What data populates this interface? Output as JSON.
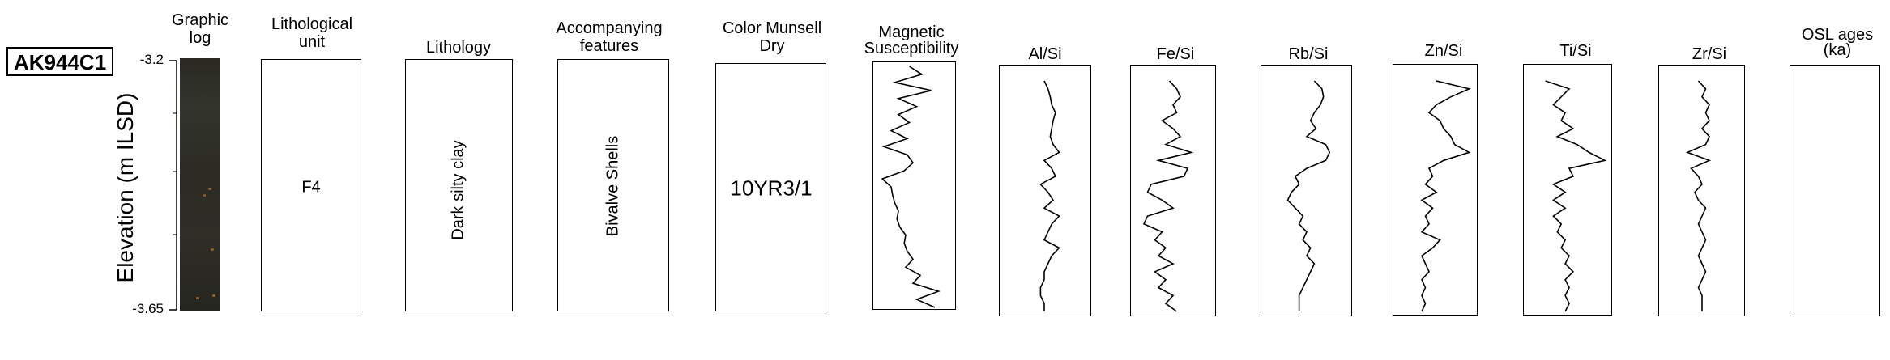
{
  "core_id": "AK944C1",
  "y_axis": {
    "label": "Elevation (m ILSD)",
    "top": "-3.2",
    "bottom": "-3.65"
  },
  "headers": {
    "graphic_log": [
      "Graphic",
      "log"
    ],
    "lith_unit": [
      "Lithological",
      "unit"
    ],
    "lithology": [
      "Lithology"
    ],
    "features": [
      "Accompanying",
      "features"
    ],
    "munsell": [
      "Color Munsell",
      "Dry"
    ],
    "magsus": [
      "Magnetic",
      "Susceptibility"
    ],
    "al": [
      "Al/Si"
    ],
    "fe": [
      "Fe/Si"
    ],
    "rb": [
      "Rb/Si"
    ],
    "zn": [
      "Zn/Si"
    ],
    "ti": [
      "Ti/Si"
    ],
    "zr": [
      "Zr/Si"
    ],
    "osl": [
      "OSL ages",
      "(ka)"
    ]
  },
  "cells": {
    "lith_unit": "F4",
    "lithology": "Dark silty clay",
    "features": "Bivalve Shells",
    "munsell": "10YR3/1"
  },
  "chart_data": {
    "type": "line",
    "title": "",
    "ylabel": "Elevation (m ILSD)",
    "ylim": [
      -3.65,
      -3.2
    ],
    "series": [
      {
        "name": "Magnetic Susceptibility",
        "values": [
          0.45,
          0.62,
          0.25,
          0.75,
          0.3,
          0.55,
          0.3,
          0.45,
          0.2,
          0.42,
          0.1,
          0.42,
          0.5,
          0.38,
          0.08,
          0.2,
          0.22,
          0.25,
          0.3,
          0.28,
          0.32,
          0.4,
          0.38,
          0.42,
          0.5,
          0.4,
          0.6,
          0.5,
          0.85,
          0.55,
          0.8
        ]
      },
      {
        "name": "Al/Si",
        "values": [
          0.5,
          0.55,
          0.58,
          0.6,
          0.65,
          0.62,
          0.6,
          0.58,
          0.62,
          0.7,
          0.5,
          0.6,
          0.65,
          0.45,
          0.55,
          0.62,
          0.5,
          0.7,
          0.6,
          0.55,
          0.5,
          0.7,
          0.6,
          0.55,
          0.5,
          0.5,
          0.45,
          0.45,
          0.5,
          0.5
        ]
      },
      {
        "name": "Fe/Si",
        "values": [
          0.45,
          0.55,
          0.6,
          0.5,
          0.55,
          0.35,
          0.5,
          0.6,
          0.4,
          0.75,
          0.3,
          0.7,
          0.65,
          0.2,
          0.15,
          0.35,
          0.5,
          0.15,
          0.1,
          0.35,
          0.25,
          0.4,
          0.3,
          0.5,
          0.25,
          0.4,
          0.3,
          0.5,
          0.4,
          0.55
        ]
      },
      {
        "name": "Rb/Si",
        "values": [
          0.6,
          0.7,
          0.72,
          0.68,
          0.6,
          0.55,
          0.62,
          0.5,
          0.75,
          0.8,
          0.75,
          0.5,
          0.35,
          0.4,
          0.3,
          0.25,
          0.35,
          0.45,
          0.4,
          0.5,
          0.45,
          0.55,
          0.5,
          0.6,
          0.55,
          0.5,
          0.45,
          0.4,
          0.4,
          0.4
        ]
      },
      {
        "name": "Zn/Si",
        "values": [
          0.5,
          0.95,
          0.7,
          0.5,
          0.4,
          0.55,
          0.6,
          0.7,
          0.75,
          0.95,
          0.6,
          0.4,
          0.45,
          0.35,
          0.5,
          0.3,
          0.45,
          0.35,
          0.4,
          0.3,
          0.55,
          0.45,
          0.3,
          0.35,
          0.4,
          0.3,
          0.35,
          0.3,
          0.35,
          0.3
        ]
      },
      {
        "name": "Ti/Si",
        "values": [
          0.2,
          0.5,
          0.4,
          0.3,
          0.45,
          0.4,
          0.55,
          0.35,
          0.6,
          0.75,
          0.95,
          0.5,
          0.55,
          0.3,
          0.45,
          0.3,
          0.45,
          0.3,
          0.4,
          0.35,
          0.45,
          0.4,
          0.5,
          0.45,
          0.55,
          0.45,
          0.5,
          0.45,
          0.5,
          0.45
        ]
      },
      {
        "name": "Zr/Si",
        "values": [
          0.45,
          0.55,
          0.5,
          0.6,
          0.55,
          0.6,
          0.5,
          0.6,
          0.55,
          0.3,
          0.6,
          0.35,
          0.45,
          0.5,
          0.4,
          0.45,
          0.55,
          0.5,
          0.45,
          0.5,
          0.55,
          0.5,
          0.45,
          0.5,
          0.55,
          0.5,
          0.45,
          0.5,
          0.5,
          0.5
        ]
      }
    ]
  }
}
